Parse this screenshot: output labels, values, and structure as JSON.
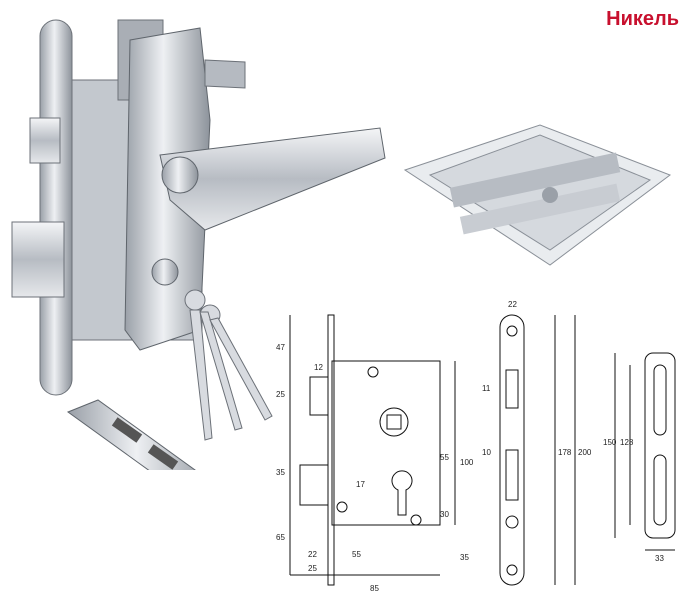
{
  "title": "Никель",
  "colors": {
    "title": "#c8102e",
    "metal": "#c9ccd1",
    "line": "#111111"
  },
  "drawing": {
    "body_dims": {
      "d47": "47",
      "d12": "12",
      "d25": "25",
      "d35a": "35",
      "d17": "17",
      "d65": "65",
      "d22": "22",
      "d55a": "55",
      "d25b": "25",
      "d85": "85",
      "d55b": "55",
      "d100": "100",
      "d30": "30",
      "d35b": "35"
    },
    "faceplate_dims": {
      "d22": "22",
      "d11": "11",
      "d10": "10",
      "d178": "178",
      "d200": "200"
    },
    "strike_dims": {
      "d150": "150",
      "d128": "128",
      "d33": "33"
    }
  }
}
